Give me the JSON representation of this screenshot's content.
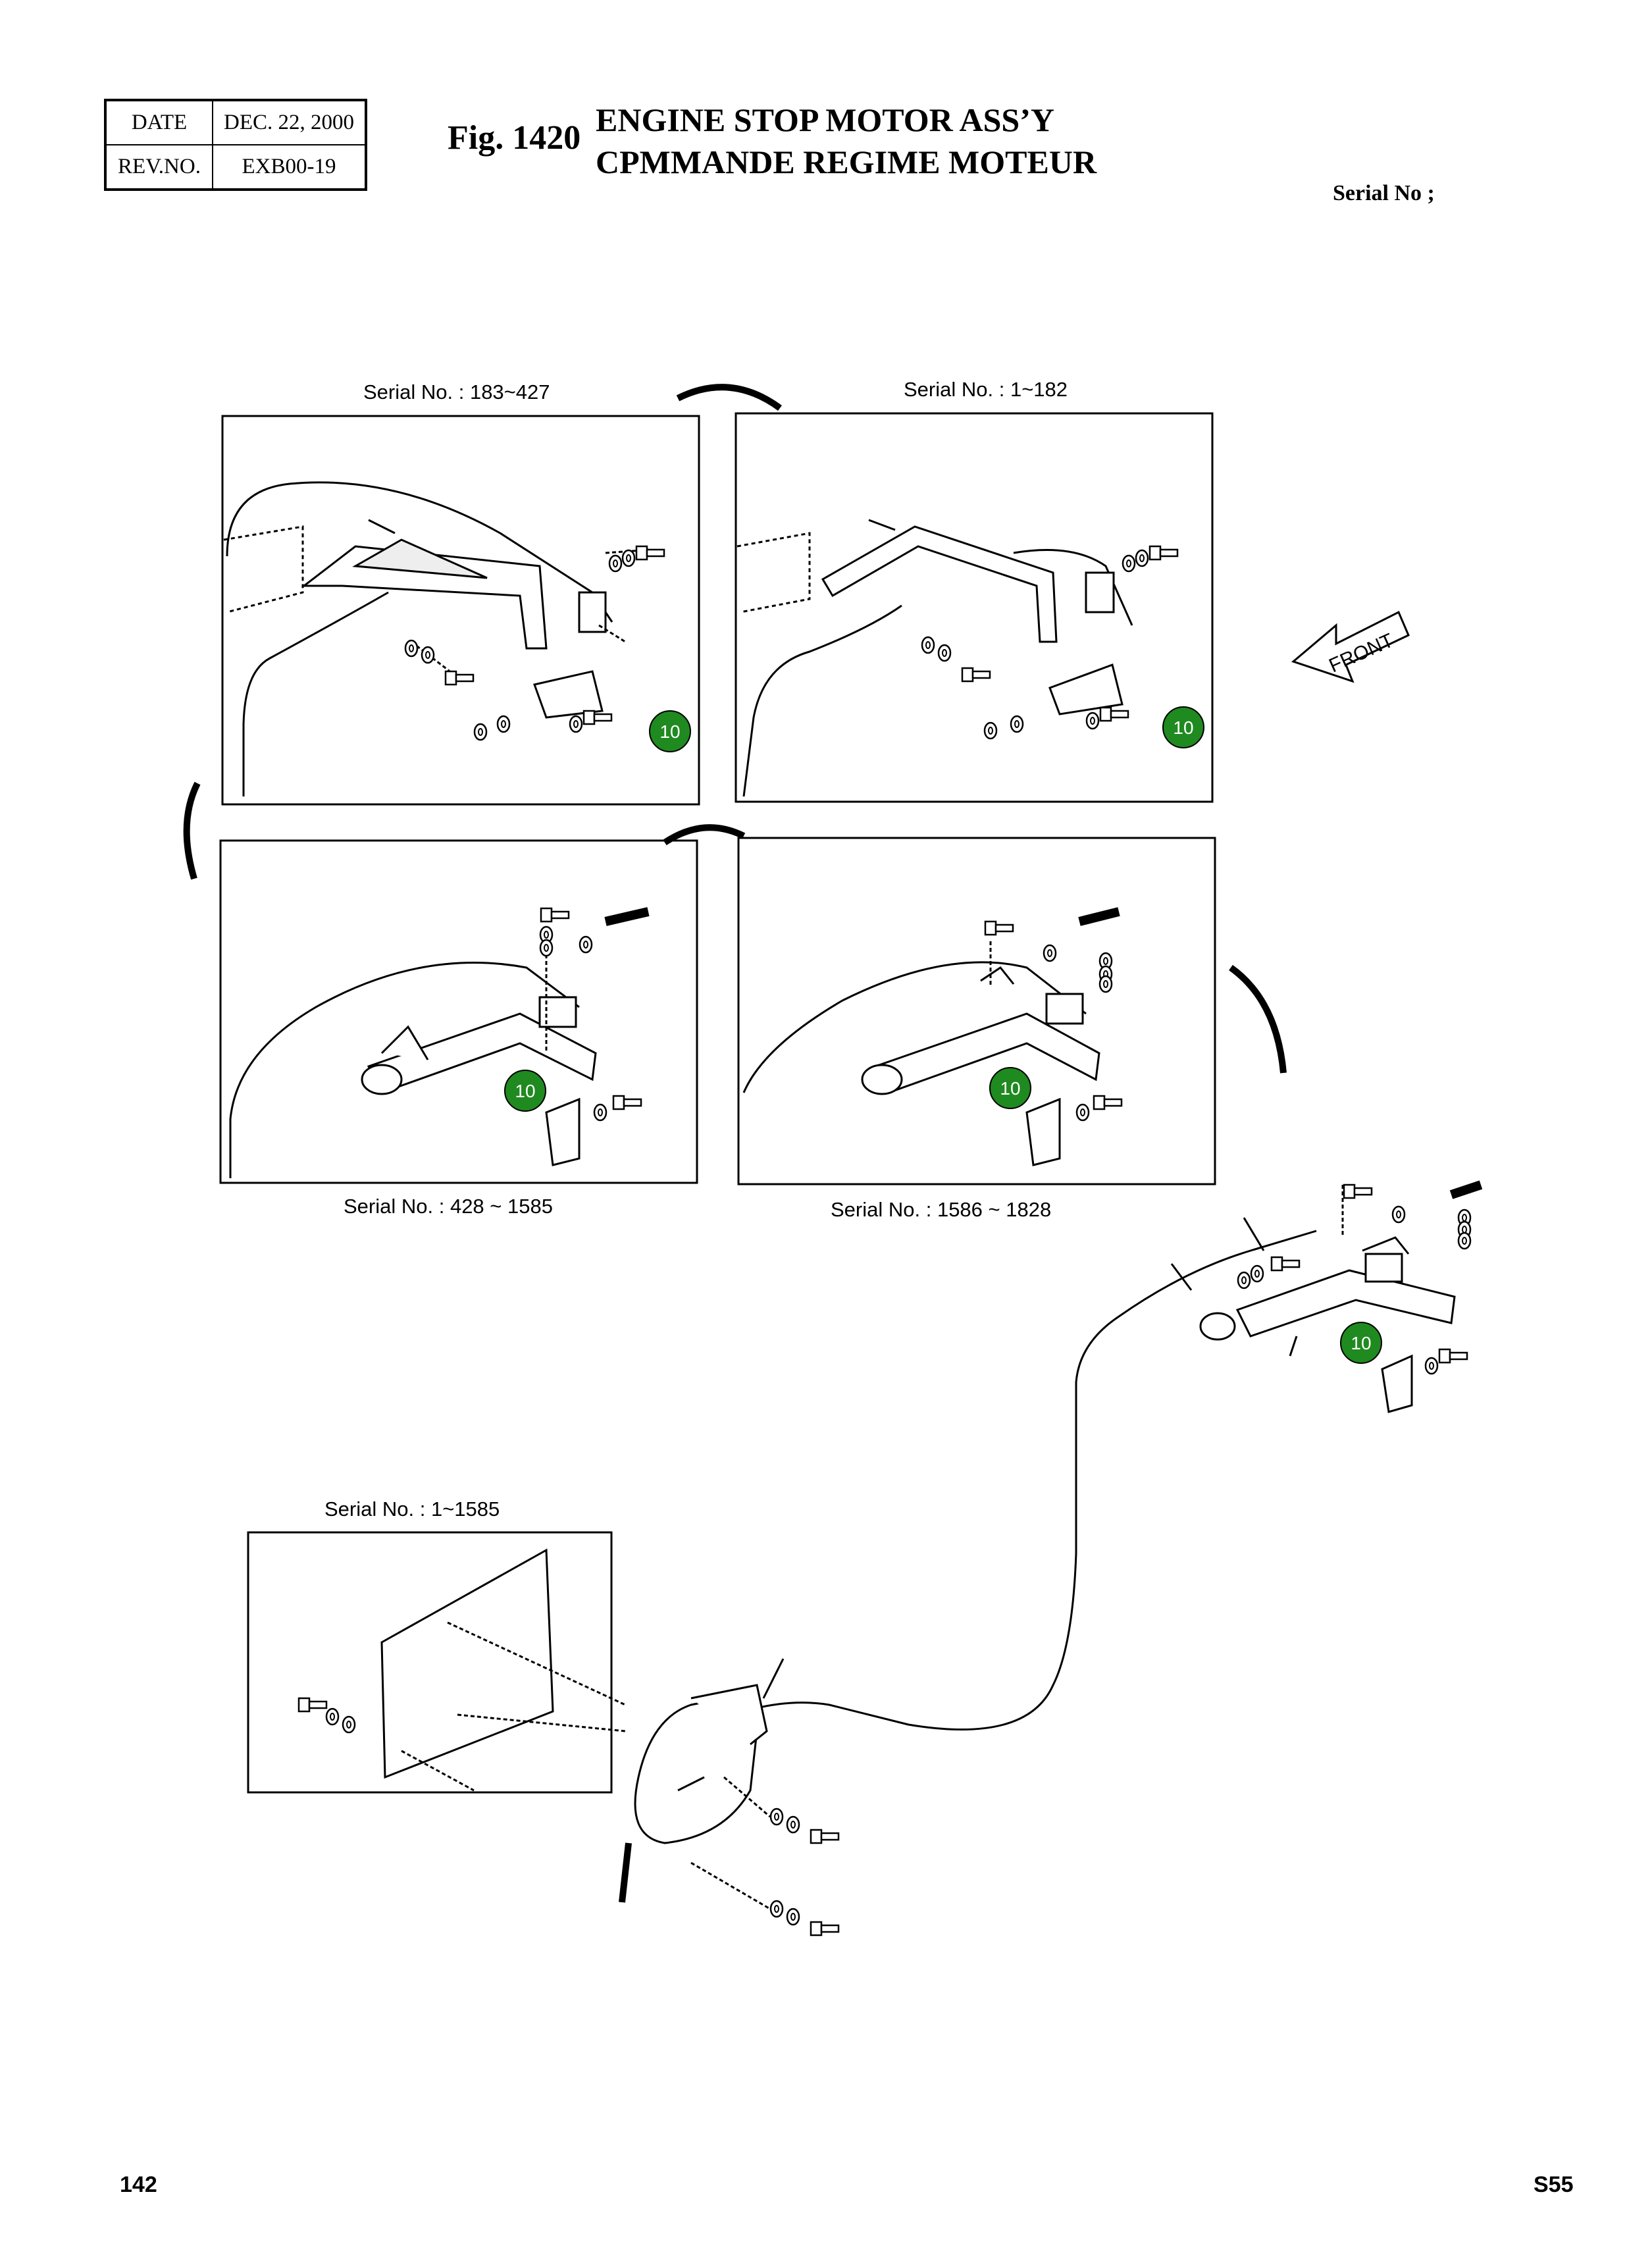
{
  "header": {
    "date_label": "DATE",
    "date_value": "DEC. 22, 2000",
    "rev_label": "REV.NO.",
    "rev_value": "EXB00-19",
    "fig_number": "Fig. 1420",
    "title_line1": "ENGINE STOP MOTOR ASS’Y",
    "title_line2": "CPMMANDE REGIME MOTEUR",
    "serial": "Serial No ;"
  },
  "panels": [
    {
      "label": "Serial No. : 183~427"
    },
    {
      "label": "Serial No. : 1~182"
    },
    {
      "label": "Serial No. : 428 ~ 1585"
    },
    {
      "label": "Serial No. : 1586 ~ 1828"
    },
    {
      "label": "Serial No. : 1~1585"
    }
  ],
  "callouts": [
    "10",
    "10",
    "10",
    "10",
    "10"
  ],
  "front_label": "FRONT",
  "footer": {
    "page_number": "142",
    "section_code": "S55"
  },
  "colors": {
    "callout_fill": "#1f8a1f",
    "callout_text": "#ffffff",
    "line": "#000000"
  }
}
